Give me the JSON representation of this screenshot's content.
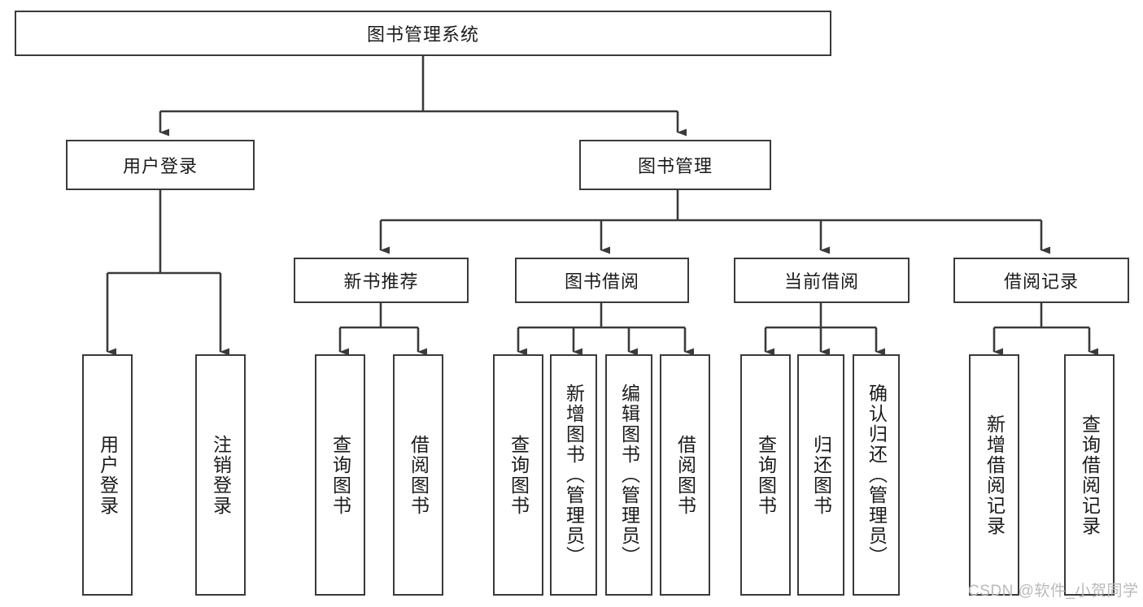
{
  "diagram": {
    "type": "tree-hierarchy",
    "title": "图书管理系统",
    "root": {
      "label": "图书管理系统"
    },
    "level1": [
      {
        "label": "用户登录"
      },
      {
        "label": "图书管理"
      }
    ],
    "level2": [
      {
        "label": "新书推荐"
      },
      {
        "label": "图书借阅"
      },
      {
        "label": "当前借阅"
      },
      {
        "label": "借阅记录"
      }
    ],
    "leaves": {
      "user_login": [
        {
          "label": "用户登录"
        },
        {
          "label": "注销登录"
        }
      ],
      "new_book_recommend": [
        {
          "label": "查询图书"
        },
        {
          "label": "借阅图书"
        }
      ],
      "book_borrow": [
        {
          "label": "查询图书"
        },
        {
          "label": "新增图书（管理员）"
        },
        {
          "label": "编辑图书（管理员）"
        },
        {
          "label": "借阅图书"
        }
      ],
      "current_borrow": [
        {
          "label": "查询图书"
        },
        {
          "label": "归还图书"
        },
        {
          "label": "确认归还（管理员）"
        }
      ],
      "borrow_record": [
        {
          "label": "新增借阅记录"
        },
        {
          "label": "查询借阅记录"
        }
      ]
    }
  },
  "watermark": {
    "text": "CSDN @软件_小贺同学"
  },
  "colors": {
    "stroke": "#3a3a3a",
    "text": "#1b1b1b",
    "background": "#ffffff",
    "watermark": "#b9b9b9"
  }
}
